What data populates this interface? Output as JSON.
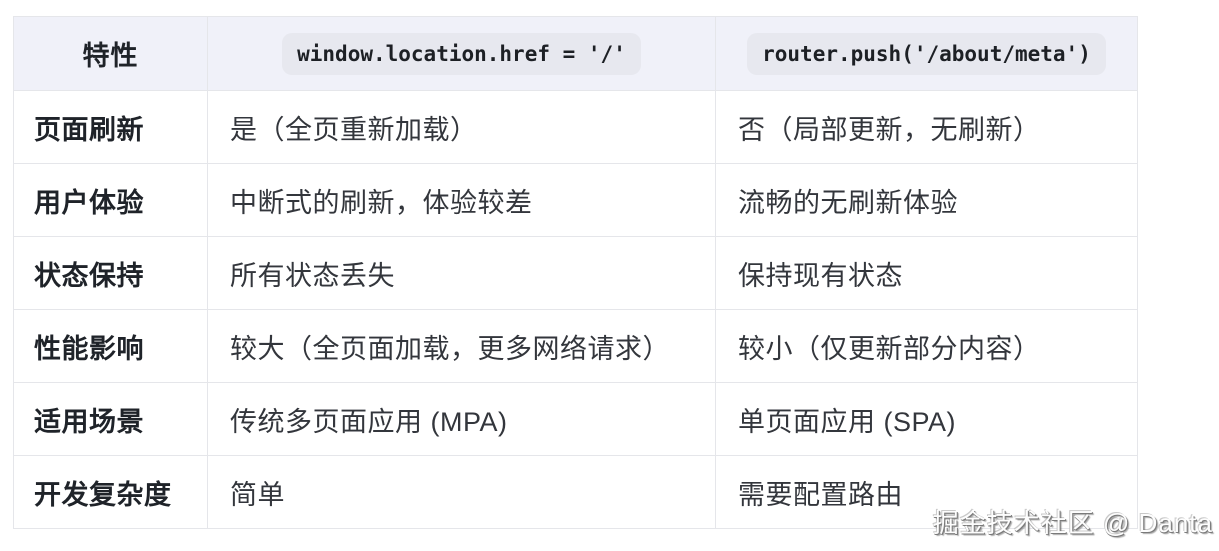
{
  "table": {
    "header": {
      "feature_label": "特性",
      "href_code": "window.location.href = '/'",
      "router_code": "router.push('/about/meta')"
    },
    "rows": [
      {
        "label": "页面刷新",
        "href_value": "是（全页重新加载）",
        "router_value": "否（局部更新，无刷新）"
      },
      {
        "label": "用户体验",
        "href_value": "中断式的刷新，体验较差",
        "router_value": "流畅的无刷新体验"
      },
      {
        "label": "状态保持",
        "href_value": "所有状态丢失",
        "router_value": "保持现有状态"
      },
      {
        "label": "性能影响",
        "href_value": "较大（全页面加载，更多网络请求）",
        "router_value": "较小（仅更新部分内容）"
      },
      {
        "label": "适用场景",
        "href_value": "传统多页面应用 (MPA)",
        "router_value": "单页面应用 (SPA)"
      },
      {
        "label": "开发复杂度",
        "href_value": "简单",
        "router_value": "需要配置路由"
      }
    ]
  },
  "watermark": "掘金技术社区 @ Danta",
  "colors": {
    "header_bg": "#f0f1f9",
    "code_pill_bg": "#e7e8ef",
    "border": "#e5e6ea",
    "label_text": "#1f2329",
    "body_text": "#33363c"
  }
}
